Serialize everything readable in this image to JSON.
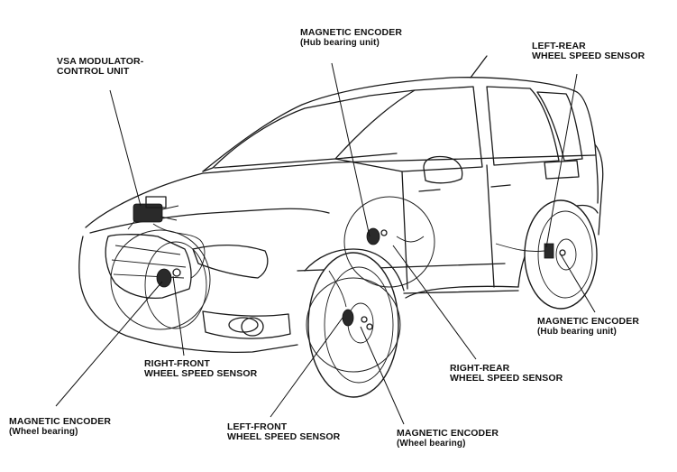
{
  "labels": {
    "vsa_unit": {
      "line1": "VSA MODULATOR-",
      "line2": "CONTROL UNIT"
    },
    "magnetic_encoder_hub_top": {
      "line1": "MAGNETIC ENCODER",
      "line2": "(Hub bearing unit)"
    },
    "left_rear_sensor": {
      "line1": "LEFT-REAR",
      "line2": "WHEEL SPEED SENSOR"
    },
    "magnetic_encoder_hub_right": {
      "line1": "MAGNETIC ENCODER",
      "line2": "(Hub bearing unit)"
    },
    "right_rear_sensor": {
      "line1": "RIGHT-REAR",
      "line2": "WHEEL SPEED SENSOR"
    },
    "right_front_sensor": {
      "line1": "RIGHT-FRONT",
      "line2": "WHEEL SPEED SENSOR"
    },
    "magnetic_encoder_wheel_left": {
      "line1": "MAGNETIC ENCODER",
      "line2": "(Wheel bearing)"
    },
    "left_front_sensor": {
      "line1": "LEFT-FRONT",
      "line2": "WHEEL SPEED SENSOR"
    },
    "magnetic_encoder_wheel_bottom": {
      "line1": "MAGNETIC ENCODER",
      "line2": "(Wheel bearing)"
    }
  }
}
